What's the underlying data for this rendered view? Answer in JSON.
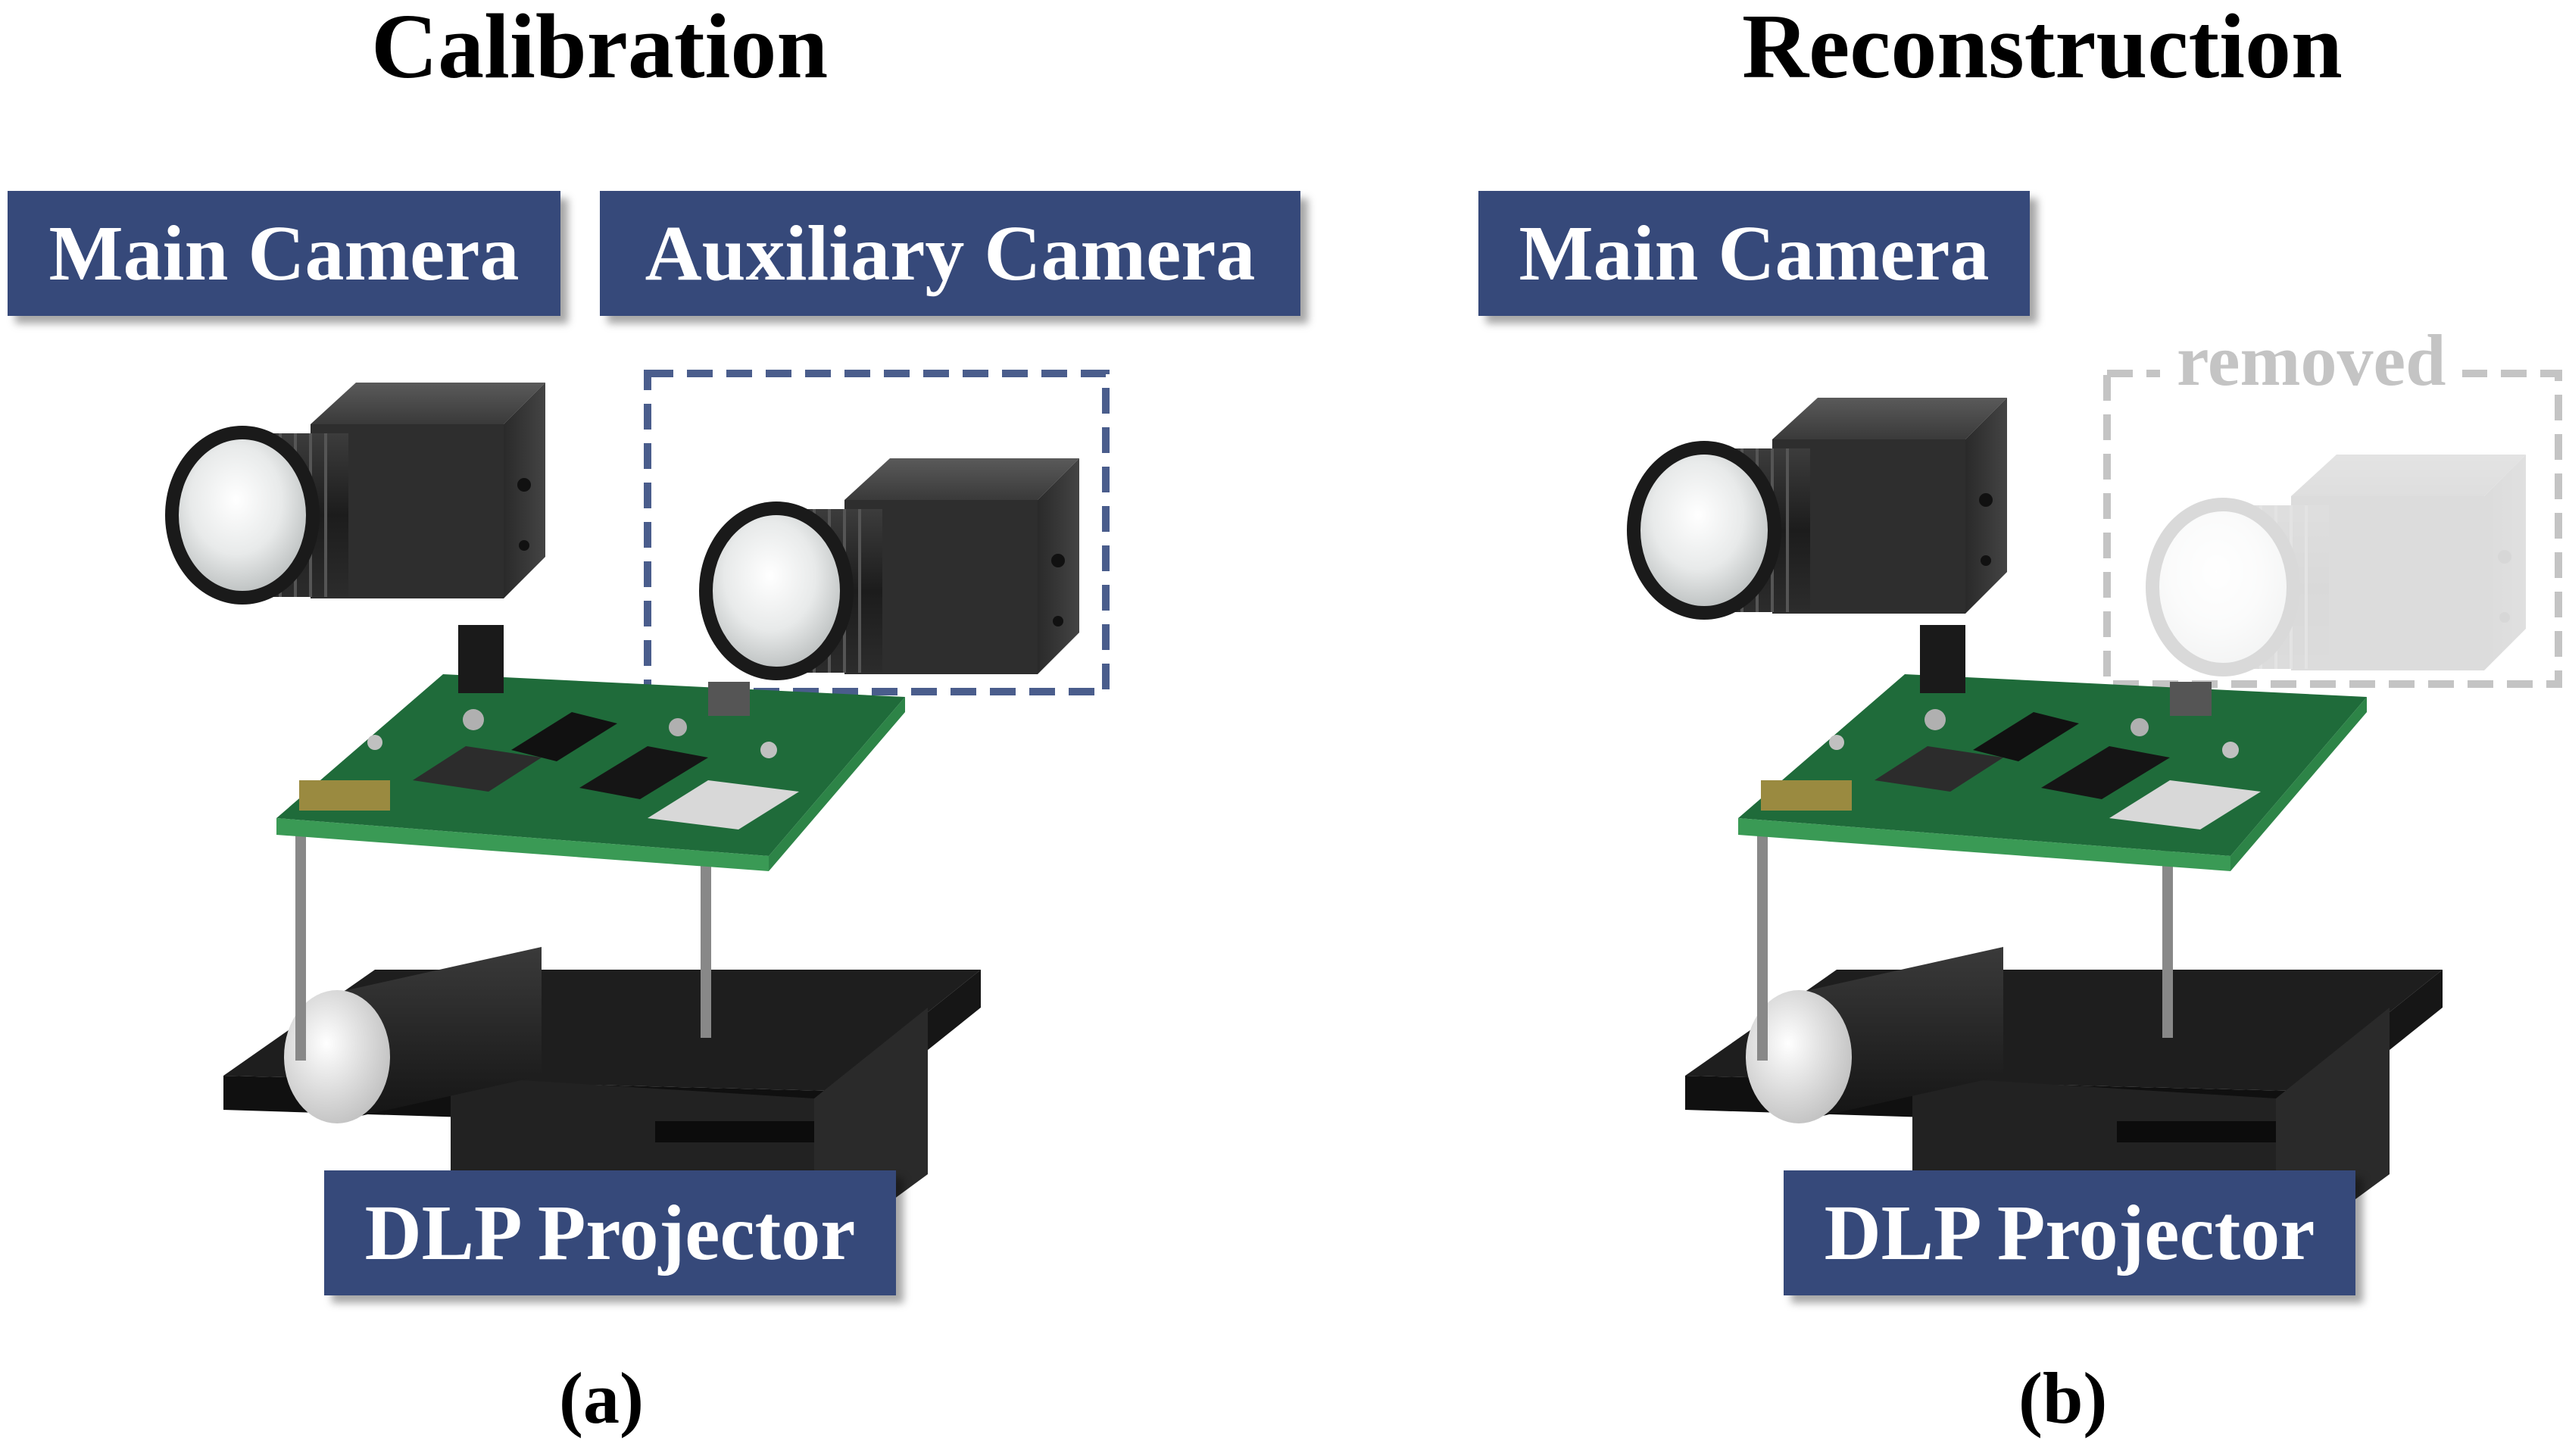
{
  "panels": [
    {
      "title": "Calibration",
      "caption": "(a)",
      "labels": {
        "main_camera": "Main Camera",
        "auxiliary_camera": "Auxiliary Camera",
        "projector": "DLP Projector"
      }
    },
    {
      "title": "Reconstruction",
      "caption": "(b)",
      "labels": {
        "main_camera": "Main Camera",
        "projector": "DLP Projector"
      },
      "removed_note": "removed"
    }
  ],
  "colors": {
    "label_fill": "#36497a",
    "label_text": "#ffffff",
    "dashed_box_calibration": "#4a5d8c",
    "dashed_box_removed": "#c4c4c4",
    "pcb_green": "#1f6b3a",
    "device_black": "#262626"
  },
  "icons": [
    "main-camera-icon",
    "auxiliary-camera-icon",
    "dlp-projector-icon",
    "removed-camera-icon"
  ]
}
